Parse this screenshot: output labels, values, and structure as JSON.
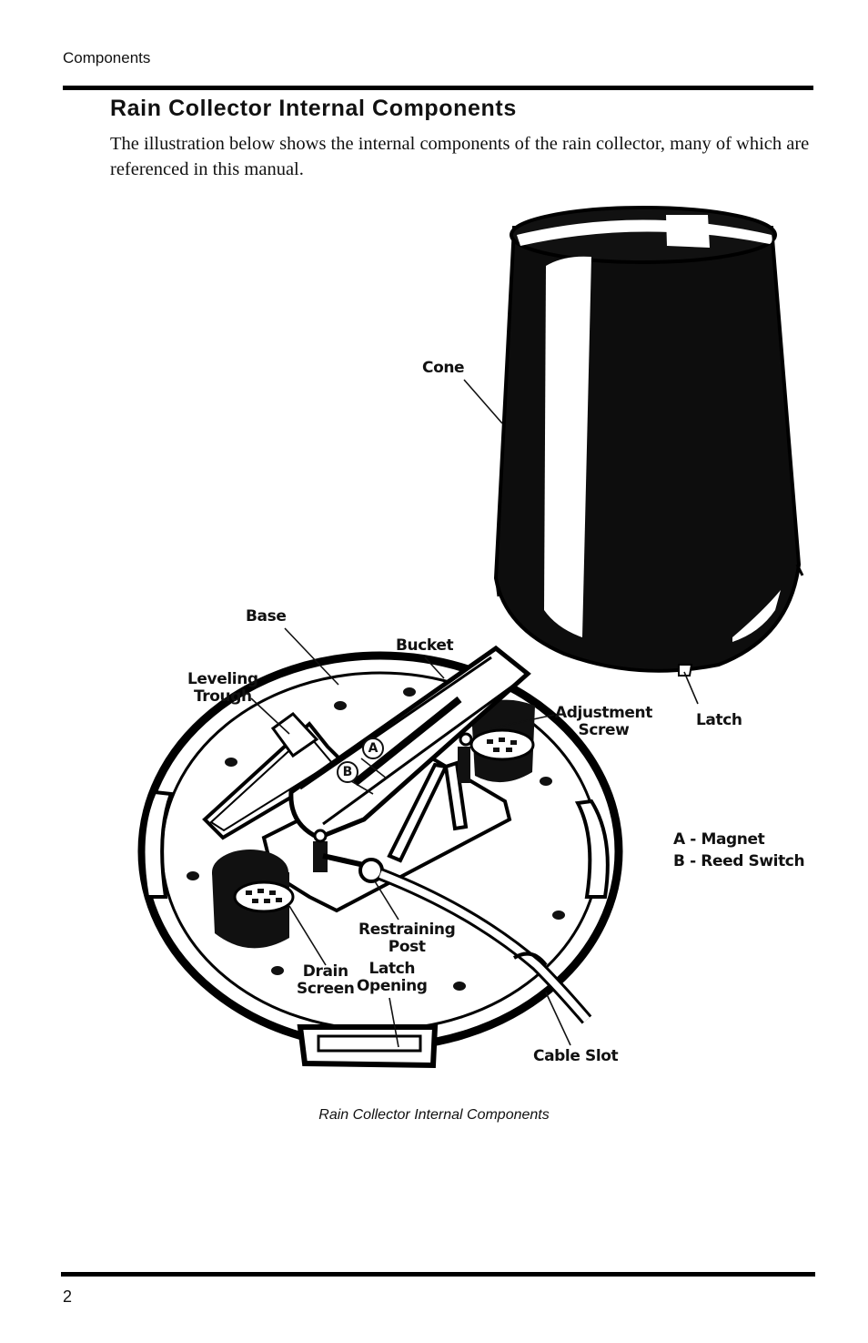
{
  "header": {
    "running_title": "Components"
  },
  "section": {
    "title": "Rain Collector Internal Components",
    "intro": "The illustration below shows the internal components of the rain collector, many of which are referenced in this manual."
  },
  "figure": {
    "labels": {
      "cone": "Cone",
      "base": "Base",
      "bucket": "Bucket",
      "leveling_trough": [
        "Leveling",
        "Trough"
      ],
      "adjustment_screw": [
        "Adjustment",
        "Screw"
      ],
      "latch": "Latch",
      "restraining_post": [
        "Restraining",
        "Post"
      ],
      "drain_screen": [
        "Drain",
        "Screen"
      ],
      "latch_opening": [
        "Latch",
        "Opening"
      ],
      "cable_slot": "Cable Slot",
      "marker_a": "A",
      "marker_b": "B"
    },
    "legend": [
      "A - Magnet",
      "B - Reed Switch"
    ],
    "caption": "Rain Collector Internal Components"
  },
  "footer": {
    "page_number": "2"
  }
}
